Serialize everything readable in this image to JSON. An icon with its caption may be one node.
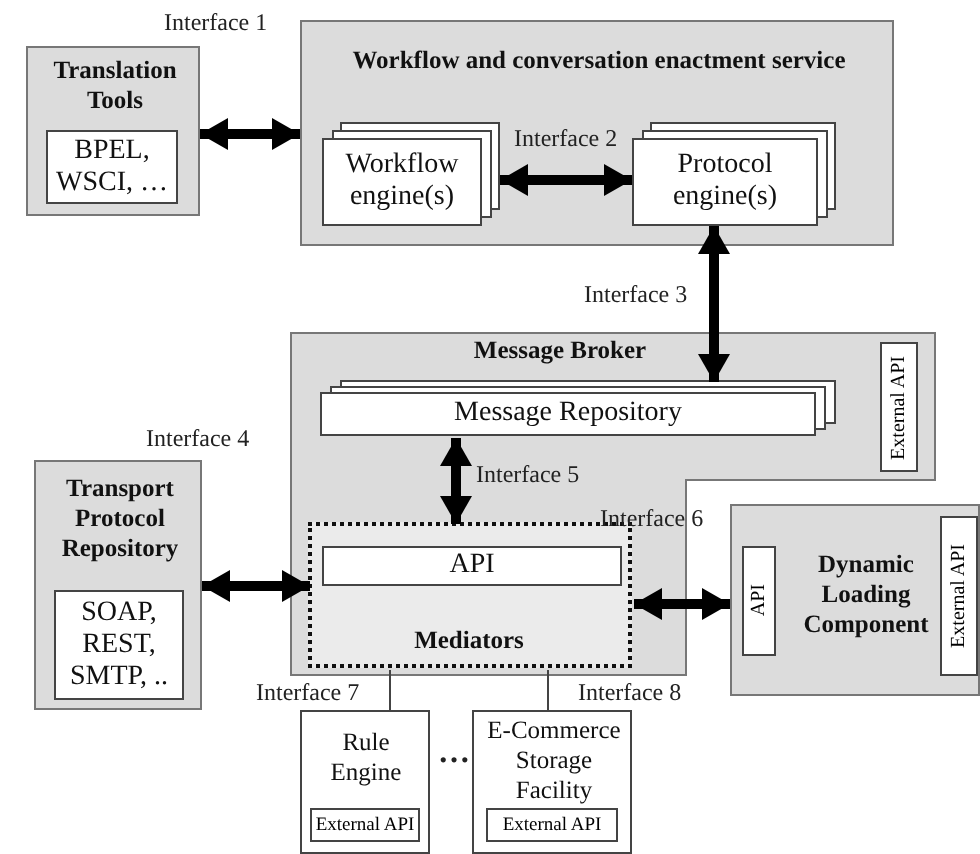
{
  "diagram": {
    "nodes": [
      {
        "text": [
          "Translation Tools"
        ]
      },
      {
        "text": [
          "BPEL, WSCI, …"
        ],
        "in": 0
      },
      {
        "text": [
          "Workflow and conversation enactment service"
        ]
      },
      {
        "text": [
          "Workflow engine(s)"
        ],
        "in": 2
      },
      {
        "text": [
          "Protocol engine(s)"
        ],
        "in": 2
      },
      {
        "text": [
          "Message Broker"
        ]
      },
      {
        "text": [
          "Message Repository"
        ],
        "in": 5
      },
      {
        "text": [
          "External API"
        ],
        "in": 5
      },
      {
        "text": [
          "Mediators"
        ],
        "in": 5
      },
      {
        "text": [
          "API"
        ],
        "in": 8
      },
      {
        "text": [
          "Transport Protocol Repository"
        ]
      },
      {
        "text": [
          "SOAP, REST, SMTP, .."
        ],
        "in": 10
      },
      {
        "text": [
          "Dynamic Loading Component"
        ]
      },
      {
        "text": [
          "API"
        ],
        "in": 12
      },
      {
        "text": [
          "External API"
        ],
        "in": 12
      },
      {
        "text": [
          "Rule Engine"
        ]
      },
      {
        "text": [
          "External API"
        ],
        "in": 15
      },
      {
        "text": [
          "E-Commerce Storage Facility"
        ]
      },
      {
        "text": [
          "External API"
        ],
        "in": 17
      }
    ],
    "edges": [
      {
        "from": 0,
        "to": 2,
        "arrow": "both"
      },
      {
        "from": 3,
        "to": 4,
        "arrow": "both"
      },
      {
        "from": 6,
        "to": 4,
        "arrow": "both"
      },
      {
        "from": 6,
        "to": 8,
        "arrow": "both"
      },
      {
        "from": 10,
        "to": 8,
        "arrow": "both"
      },
      {
        "from": 8,
        "to": 12,
        "arrow": "both"
      },
      {
        "from": 8,
        "to": 15,
        "arrow": "none"
      },
      {
        "from": 8,
        "to": 17,
        "arrow": "none"
      }
    ],
    "labels": [
      "Interface 1",
      "Interface 2",
      "Interface 3",
      "Interface 4",
      "Interface 5",
      "Interface 6",
      "Interface 7",
      "Interface 8",
      "…"
    ]
  }
}
